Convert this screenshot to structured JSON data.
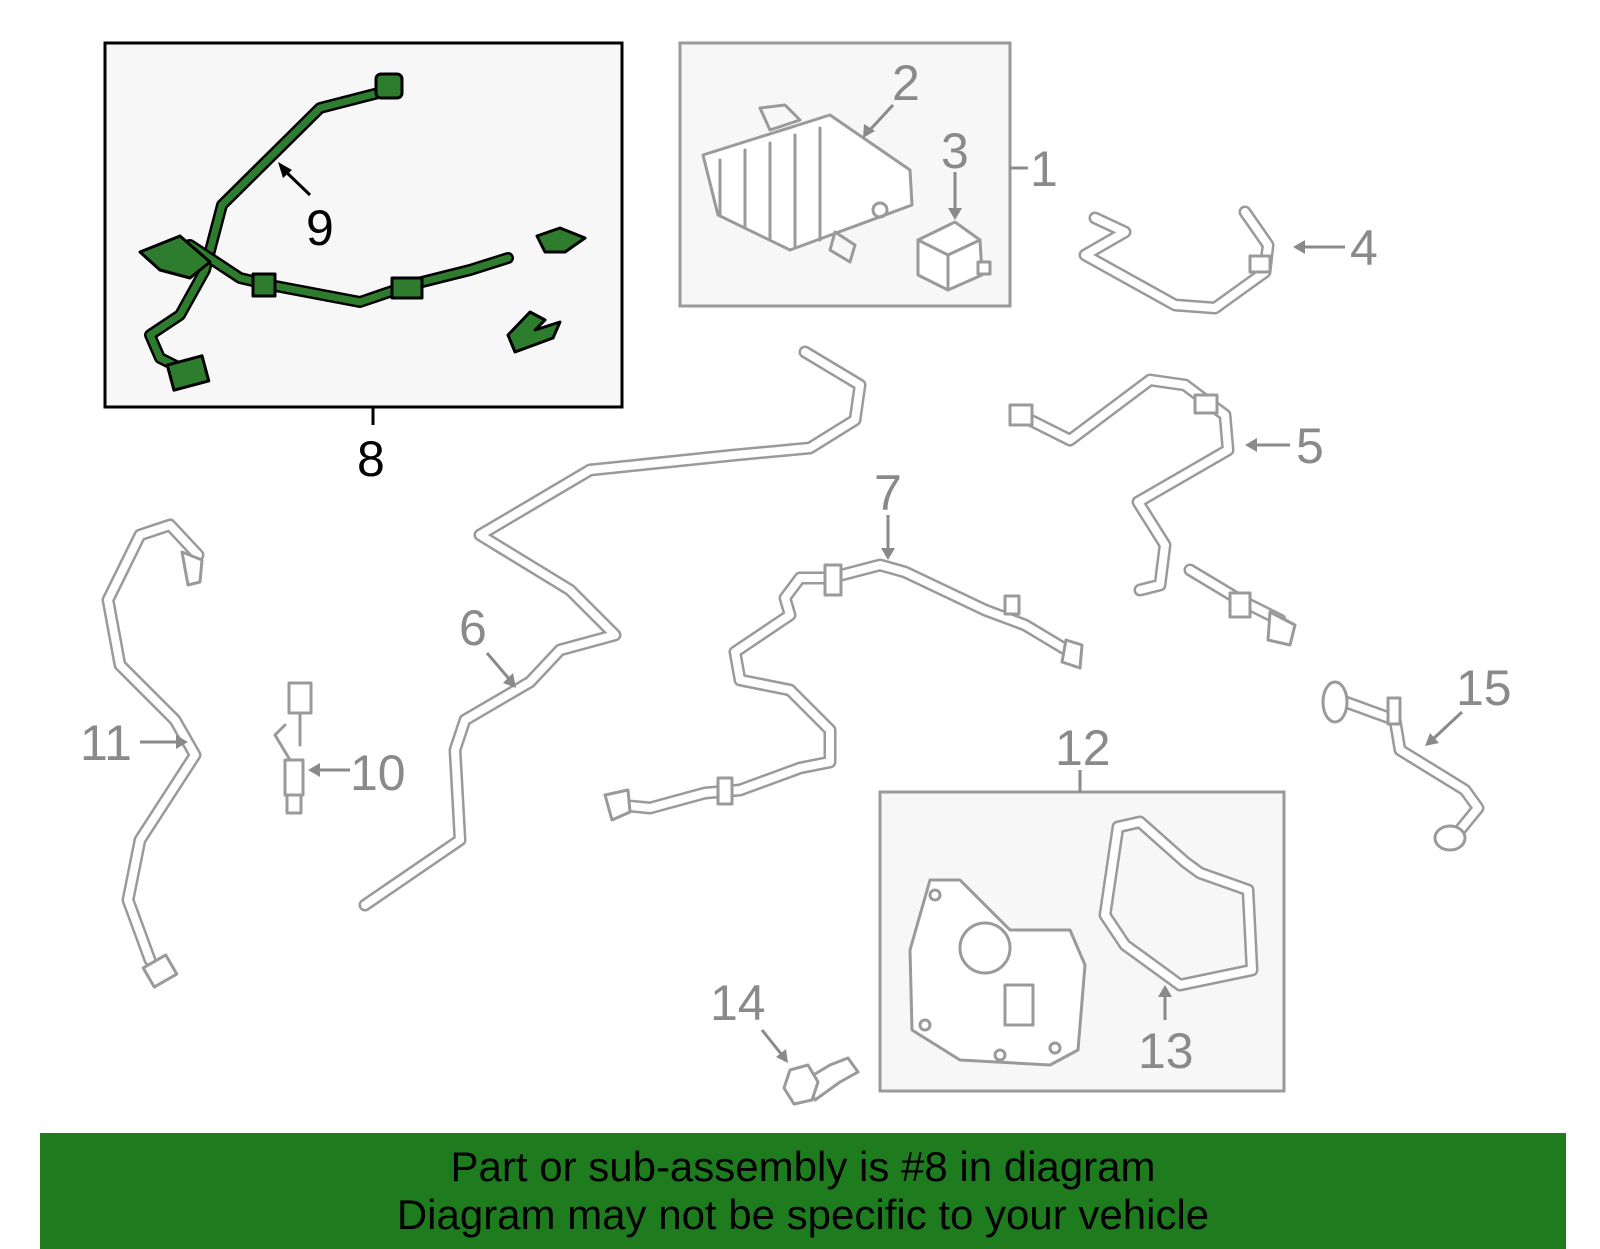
{
  "callouts": {
    "c1": "1",
    "c2": "2",
    "c3": "3",
    "c4": "4",
    "c5": "5",
    "c6": "6",
    "c7": "7",
    "c8": "8",
    "c9": "9",
    "c10": "10",
    "c11": "11",
    "c12": "12",
    "c13": "13",
    "c14": "14",
    "c15": "15"
  },
  "highlighted_part": "8",
  "colors": {
    "highlight_green": "#2e7d2e",
    "banner_green": "#1e7c1e",
    "part_gray": "#9a9a9a",
    "box_fill": "#f7f7f7"
  },
  "banner": {
    "line1": "Part or sub-assembly is #8 in diagram",
    "line2": "Diagram may not be specific to your vehicle"
  }
}
